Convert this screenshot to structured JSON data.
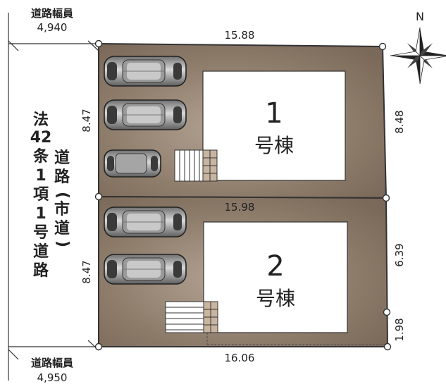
{
  "compass": {
    "label": "N",
    "icon": "compass-rose-icon"
  },
  "road_top": {
    "label": "道路幅員",
    "width": "4,940"
  },
  "road_bottom": {
    "label": "道路幅員",
    "width": "4,950"
  },
  "road_vertical": {
    "col_left": [
      "法",
      "42",
      "条",
      "1",
      "項",
      "1",
      "号",
      "道",
      "路"
    ],
    "col_right": [
      "道",
      "路",
      "(",
      "市",
      "道",
      ")"
    ]
  },
  "dimensions": {
    "top": "15.88",
    "middle": "15.98",
    "bottom": "16.06",
    "left_upper": "8.47",
    "left_lower": "8.47",
    "right_upper": "8.48",
    "right_mid": "6.39",
    "right_low": "1.98"
  },
  "lots": [
    {
      "num": "1",
      "name": "号棟"
    },
    {
      "num": "2",
      "name": "号棟"
    }
  ],
  "colors": {
    "lot_fill": "#8b7765",
    "lot_fill_light": "#a89888",
    "house": "#ffffff",
    "outline": "#333333"
  }
}
